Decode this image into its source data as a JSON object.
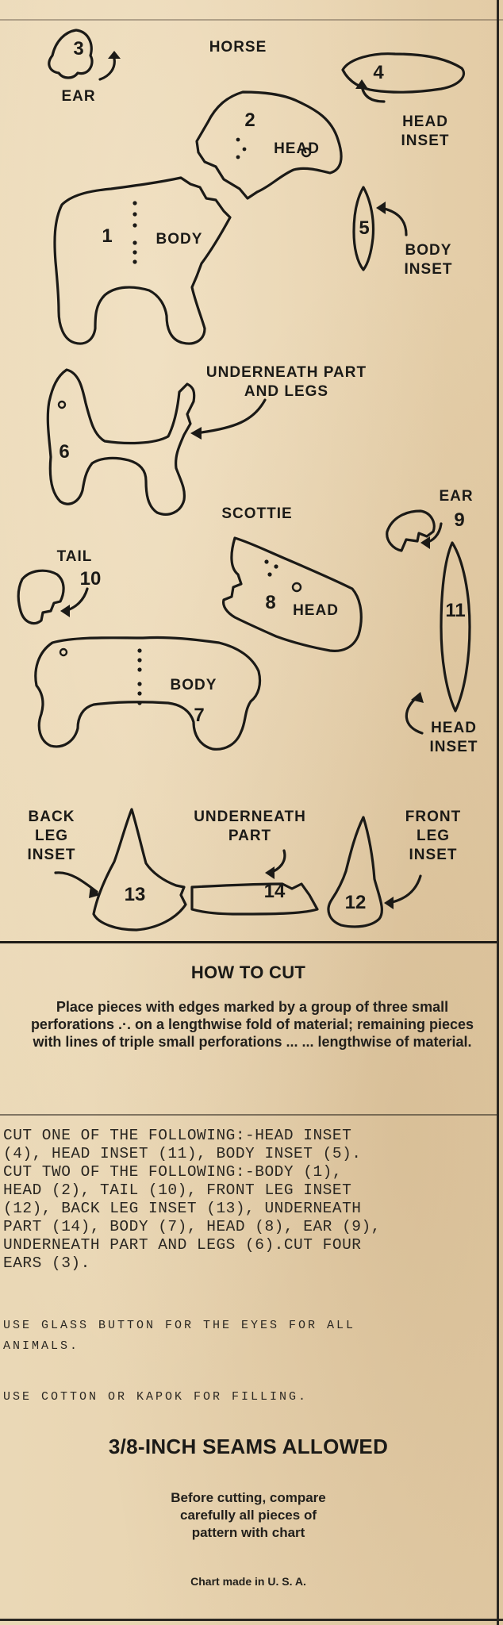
{
  "section_titles": {
    "horse": "HORSE",
    "scottie": "SCOTTIE"
  },
  "pieces": [
    {
      "num": "1",
      "label": "BODY"
    },
    {
      "num": "2",
      "label": "HEAD"
    },
    {
      "num": "3",
      "label": "EAR"
    },
    {
      "num": "4",
      "label": "HEAD\nINSET"
    },
    {
      "num": "5",
      "label": "BODY\nINSET"
    },
    {
      "num": "6",
      "label": "UNDERNEATH PART\nAND LEGS"
    },
    {
      "num": "7",
      "label": "BODY"
    },
    {
      "num": "8",
      "label": "HEAD"
    },
    {
      "num": "9",
      "label": "EAR"
    },
    {
      "num": "10",
      "label": "TAIL"
    },
    {
      "num": "11",
      "label": "HEAD\nINSET"
    },
    {
      "num": "12",
      "label": "FRONT\nLEG\nINSET"
    },
    {
      "num": "13",
      "label": "BACK\nLEG\nINSET"
    },
    {
      "num": "14",
      "label": "UNDERNEATH\nPART"
    }
  ],
  "how_to_cut": {
    "title": "HOW TO CUT",
    "text": "Place pieces with edges marked by a group of three small perforations .·. on a lengthwise fold of material; remaining pieces with lines of triple small perforations ... ... lengthwise of material."
  },
  "cut_instructions": "CUT ONE OF THE FOLLOWING:-HEAD INSET\n(4), HEAD INSET (11), BODY INSET (5).\nCUT TWO OF THE FOLLOWING:-BODY (1),\nHEAD (2), TAIL (10), FRONT LEG INSET\n(12), BACK LEG INSET (13), UNDERNEATH\nPART (14), BODY (7), HEAD (8), EAR (9),\nUNDERNEATH PART AND LEGS (6).CUT FOUR\nEARS (3).",
  "eyes_note": "USE GLASS BUTTON FOR THE EYES FOR ALL\nANIMALS.",
  "filling_note": "USE COTTON OR KAPOK FOR FILLING.",
  "seams": "3/8-INCH SEAMS ALLOWED",
  "compare_note": "Before cutting, compare\ncarefully all pieces of\npattern with chart",
  "made_in": "Chart made in U. S. A."
}
